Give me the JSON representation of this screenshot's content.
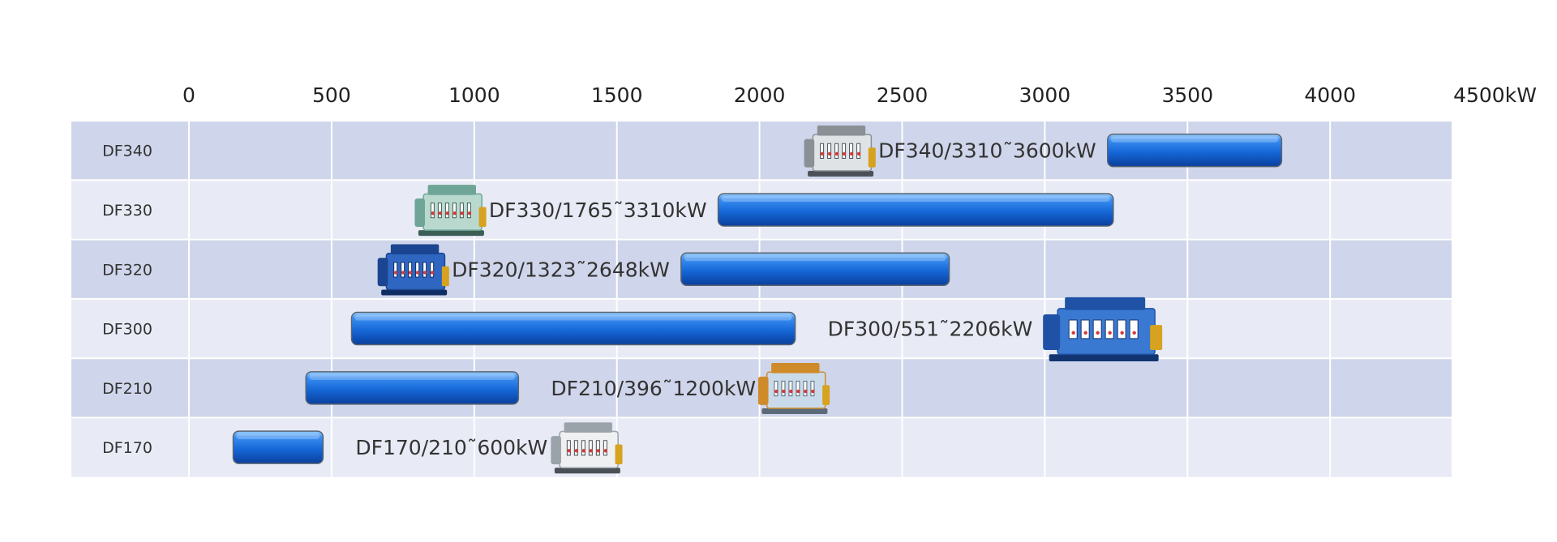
{
  "chart_data": {
    "type": "bar",
    "orientation": "horizontal-range",
    "x_ticks": [
      "0",
      "500",
      "1000",
      "1500",
      "2000",
      "2500",
      "3000",
      "3500",
      "4000",
      "4500kW"
    ],
    "xlim": [
      0,
      4500
    ],
    "grid": true,
    "colors": {
      "bar": "#1e6fd6",
      "row_dark": "#cfd5ea",
      "row_light": "#e8ebf5"
    },
    "rows": [
      {
        "category": "DF340",
        "range": [
          3220,
          3830
        ],
        "label": "DF340/3310˜3600kW",
        "engine_icon": "engine-grey-icon",
        "engine_side": "left"
      },
      {
        "category": "DF330",
        "range": [
          1855,
          3240
        ],
        "label": "DF330/1765˜3310kW",
        "engine_icon": "engine-green-icon",
        "engine_side": "left"
      },
      {
        "category": "DF320",
        "range": [
          1725,
          2665
        ],
        "label": "DF320/1323˜2648kW",
        "engine_icon": "engine-blue-icon",
        "engine_side": "left"
      },
      {
        "category": "DF300",
        "range": [
          570,
          2125
        ],
        "label": "DF300/551˜2206kW",
        "engine_icon": "engine-blue-large-icon",
        "engine_side": "right"
      },
      {
        "category": "DF210",
        "range": [
          410,
          1155
        ],
        "label": "DF210/396˜1200kW",
        "engine_icon": "engine-lightblue-icon",
        "engine_side": "right"
      },
      {
        "category": "DF170",
        "range": [
          155,
          470
        ],
        "label": "DF170/210˜600kW",
        "engine_icon": "engine-white-icon",
        "engine_side": "right"
      }
    ]
  }
}
